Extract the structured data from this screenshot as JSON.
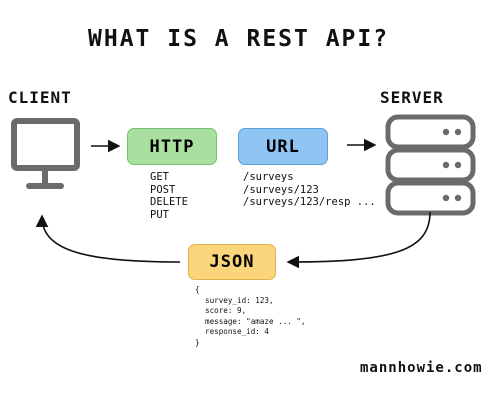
{
  "title": "WHAT IS A REST API?",
  "client_label": "CLIENT",
  "server_label": "SERVER",
  "http_label": "HTTP",
  "url_label": "URL",
  "json_label": "JSON",
  "http_methods": [
    "GET",
    "POST",
    "DELETE",
    "PUT"
  ],
  "url_paths": [
    "/surveys",
    "/surveys/123",
    "/surveys/123/resp ..."
  ],
  "json_body": {
    "open": "{",
    "lines": [
      "survey_id: 123,",
      "score: 9,",
      "message: \"amaze ... \",",
      "response_id: 4"
    ],
    "close": "}"
  },
  "brand": "mannhowie.com",
  "colors": {
    "http": "#a9e0a0",
    "url": "#8fc5f3",
    "json": "#fbd57b",
    "icon_stroke": "#6b6b6b"
  },
  "icons": [
    "monitor-icon",
    "server-stack-icon"
  ]
}
